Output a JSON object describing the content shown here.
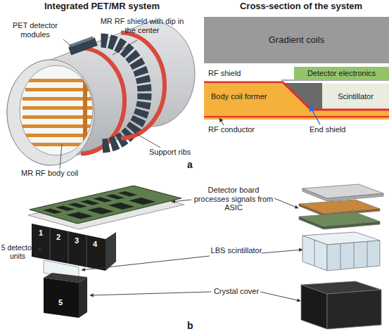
{
  "diagram": {
    "nodes": [
      {
        "text": [
          "Gradient coils"
        ]
      },
      {
        "text": [
          "Detector electronics"
        ]
      },
      {
        "text": [
          "Body coil former"
        ]
      },
      {
        "text": [
          "Scintillator"
        ]
      }
    ],
    "labels": [
      "Integrated PET/MR system",
      "Cross-section of the system",
      "PET detector modules",
      "MR RF shield with dip in the center",
      "Support ribs",
      "MR RF body coil",
      "a",
      "RF shield",
      "RF conductor",
      "End shield",
      "Detector board processes signals from ASIC",
      "5 detector units",
      "LBS scintillator",
      "Crystal cover",
      "1",
      "2",
      "3",
      "4",
      "5",
      "b"
    ]
  }
}
